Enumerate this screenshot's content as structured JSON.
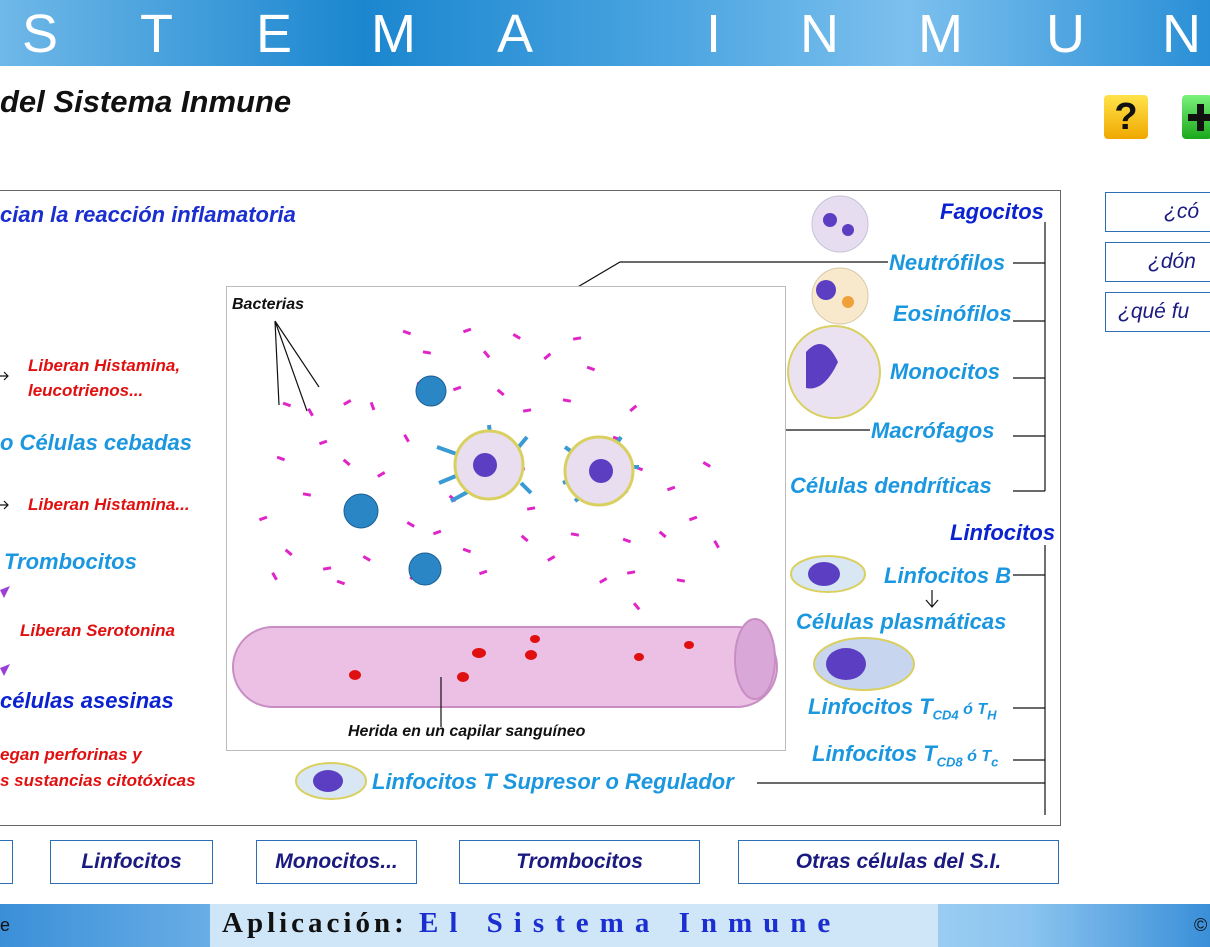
{
  "banner": {
    "letters": [
      "S",
      "T",
      "E",
      "M",
      "A",
      "I",
      "N",
      "M",
      "U",
      "N"
    ]
  },
  "subtitle": "del Sistema Inmune",
  "buttons": {
    "help": "?"
  },
  "side_questions": [
    "¿có",
    "¿dón",
    "¿qué fu"
  ],
  "left_column": {
    "inflammatory": "cian la reacción inflamatoria",
    "histamine_leuko": [
      "Liberan Histamina,",
      "leucotrienos..."
    ],
    "mast_cells": "o Células cebadas",
    "histamine": "Liberan Histamina...",
    "thrombocytes": "Trombocitos",
    "serotonin": "Liberan Serotonina",
    "killer_cells": "células asesinas",
    "perforins": [
      "egan perforinas y",
      "s sustancias citotóxicas"
    ]
  },
  "illustration": {
    "bacteria_label": "Bacterias",
    "wound_label": "Herida en un capilar sanguíneo"
  },
  "right_column": {
    "phagocytes": "Fagocitos",
    "neutrophils": "Neutrófilos",
    "eosinophils": "Eosinófilos",
    "monocytes": "Monocitos",
    "macrophages": "Macrófagos",
    "dendritic": "Células dendríticas",
    "lymphocytes": "Linfocitos",
    "lymph_b": "Linfocitos B",
    "plasma": "Células plasmáticas",
    "t_cd4": {
      "main": "Linfocitos T",
      "sub1": "CD4",
      "mid": " ó T",
      "sub2": "H"
    },
    "t_cd8": {
      "main": "Linfocitos T",
      "sub1": "CD8",
      "mid": " ó T",
      "sub2": "c"
    },
    "t_reg": "Linfocitos T Supresor o Regulador"
  },
  "nav": [
    "Linfocitos",
    "Monocitos...",
    "Trombocitos",
    "Otras células del S.I."
  ],
  "footer": {
    "left": "e",
    "app_label": "Aplicación:",
    "app_name": "El Sistema Inmune",
    "copyright": "©"
  },
  "colors": {
    "accent_light_blue": "#1b97e0",
    "accent_dark_blue": "#0b22d0",
    "alert_red": "#e01010"
  }
}
